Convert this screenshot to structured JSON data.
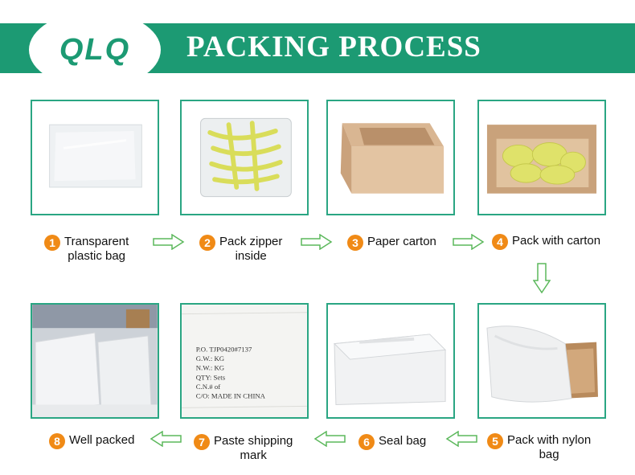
{
  "header": {
    "logo_text": "QLQ",
    "title": "PACKING PROCESS"
  },
  "colors": {
    "brand_green": "#1c9a73",
    "frame_green": "#2aa683",
    "step_orange": "#f08a16",
    "arrow_green": "#5cb85c"
  },
  "steps": [
    {
      "number": "1",
      "label_line1": "Transparent",
      "label_line2": "plastic bag"
    },
    {
      "number": "2",
      "label_line1": "Pack zipper",
      "label_line2": "inside"
    },
    {
      "number": "3",
      "label_line1": "Paper carton",
      "label_line2": ""
    },
    {
      "number": "4",
      "label_line1": "Pack with carton",
      "label_line2": ""
    },
    {
      "number": "5",
      "label_line1": "Pack with nylon",
      "label_line2": "bag"
    },
    {
      "number": "6",
      "label_line1": "Seal bag",
      "label_line2": ""
    },
    {
      "number": "7",
      "label_line1": "Paste shipping",
      "label_line2": "mark"
    },
    {
      "number": "8",
      "label_line1": "Well packed",
      "label_line2": ""
    }
  ],
  "shipping_mark": {
    "po": "P.O.  TJP0420#7137",
    "gw": "G.W.:     KG",
    "nw": "N.W.:     KG",
    "qty": "QTY:     Sets",
    "cn": "C.N.#     of",
    "co": "C/O:  MADE IN CHINA"
  }
}
